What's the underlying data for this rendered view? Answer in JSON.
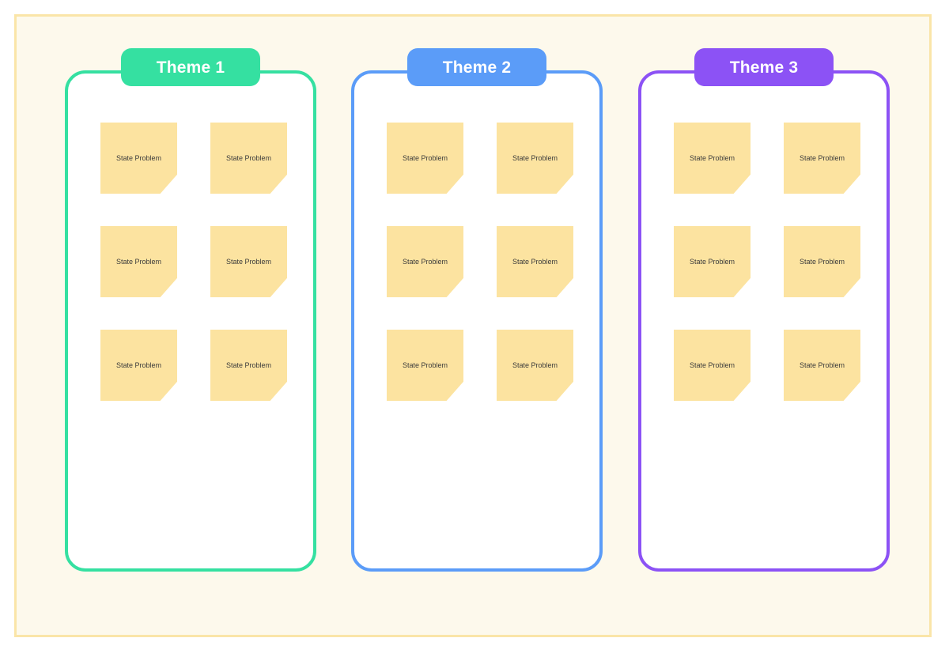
{
  "board": {
    "background_color": "#fdf9ec",
    "border_color": "#fae5a8",
    "note_color": "#fce3a0",
    "note_text_color": "#3b3b3b",
    "card_background": "#ffffff"
  },
  "columns": [
    {
      "badge_label": "Theme 1",
      "accent_color": "#35e0a1",
      "notes": [
        {
          "label": "State Problem"
        },
        {
          "label": "State Problem"
        },
        {
          "label": "State Problem"
        },
        {
          "label": "State Problem"
        },
        {
          "label": "State Problem"
        },
        {
          "label": "State Problem"
        }
      ]
    },
    {
      "badge_label": "Theme 2",
      "accent_color": "#5b9cf8",
      "notes": [
        {
          "label": "State Problem"
        },
        {
          "label": "State Problem"
        },
        {
          "label": "State Problem"
        },
        {
          "label": "State Problem"
        },
        {
          "label": "State Problem"
        },
        {
          "label": "State Problem"
        }
      ]
    },
    {
      "badge_label": "Theme 3",
      "accent_color": "#8c52f5",
      "notes": [
        {
          "label": "State Problem"
        },
        {
          "label": "State Problem"
        },
        {
          "label": "State Problem"
        },
        {
          "label": "State Problem"
        },
        {
          "label": "State Problem"
        },
        {
          "label": "State Problem"
        }
      ]
    }
  ]
}
